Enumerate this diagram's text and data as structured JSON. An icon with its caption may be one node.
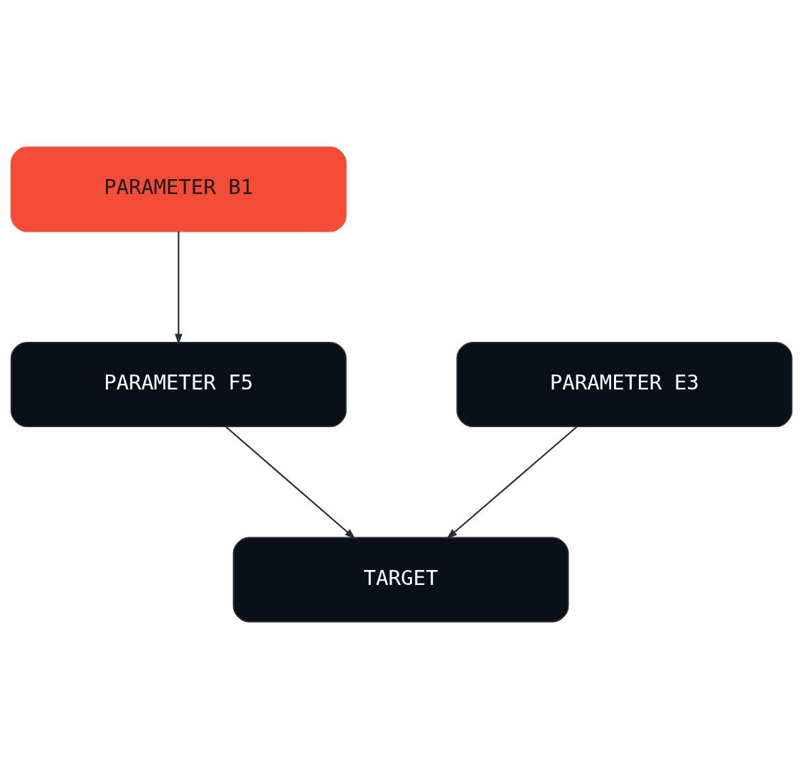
{
  "diagram": {
    "nodes": [
      {
        "text": [
          "PARAMETER B1"
        ]
      },
      {
        "text": [
          "PARAMETER E3"
        ]
      },
      {
        "text": [
          "PARAMETER F5"
        ]
      },
      {
        "text": [
          "TARGET"
        ]
      }
    ],
    "edges": [
      {
        "from": 0,
        "to": 2,
        "arrow": "to"
      },
      {
        "from": 1,
        "to": 3,
        "arrow": "to"
      },
      {
        "from": 2,
        "to": 3,
        "arrow": "to"
      }
    ]
  }
}
